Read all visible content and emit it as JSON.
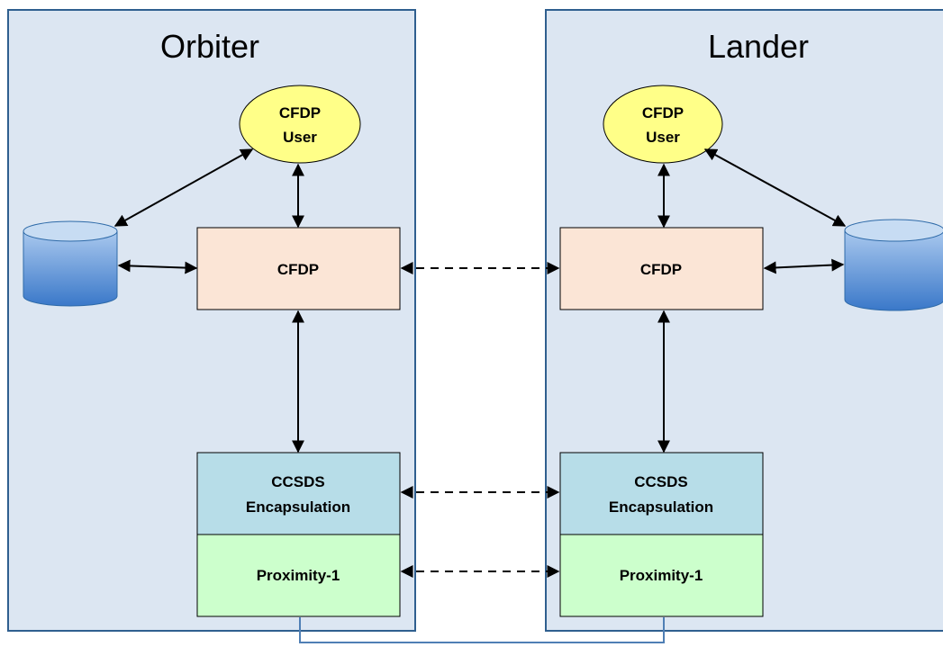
{
  "orbiter": {
    "title": "Orbiter",
    "user": {
      "line1": "CFDP",
      "line2": "User"
    },
    "cfdp": "CFDP",
    "encapsulation": {
      "line1": "CCSDS",
      "line2": "Encapsulation"
    },
    "proximity": "Proximity-1"
  },
  "lander": {
    "title": "Lander",
    "user": {
      "line1": "CFDP",
      "line2": "User"
    },
    "cfdp": "CFDP",
    "encapsulation": {
      "line1": "CCSDS",
      "line2": "Encapsulation"
    },
    "proximity": "Proximity-1"
  },
  "colors": {
    "panel_fill": "#dce6f2",
    "panel_stroke": "#2f5f8f",
    "user_fill": "#ffff88",
    "cfdp_fill": "#fbe5d6",
    "encapsulation_fill": "#b7dde8",
    "proximity_fill": "#ccffcc",
    "database_fill": "#4f8fd6",
    "link_color": "#4f7fb5"
  },
  "icons": {
    "storage": "database-cylinder-icon"
  }
}
